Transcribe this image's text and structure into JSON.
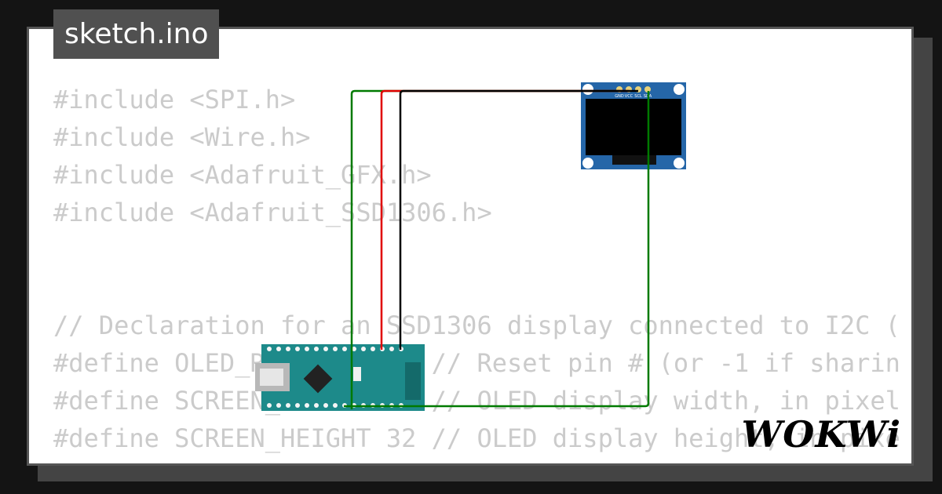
{
  "tab": {
    "filename": "sketch.ino"
  },
  "code_lines": [
    "#include <SPI.h>",
    "#include <Wire.h>",
    "#include <Adafruit_GFX.h>",
    "#include <Adafruit_SSD1306.h>",
    "",
    "",
    "// Declaration for an SSD1306 display connected to I2C (",
    "#define OLED_RESET     4 // Reset pin # (or -1 if sharin",
    "#define SCREEN_WIDTH 128 // OLED display width, in pixel",
    "#define SCREEN_HEIGHT 32 // OLED display height, in pixe"
  ],
  "oled": {
    "pin_labels": [
      "GND",
      "VCC",
      "SCL",
      "SDA"
    ]
  },
  "wires": [
    {
      "name": "wire-green-left",
      "color": "#007a00"
    },
    {
      "name": "wire-red",
      "color": "#e00000"
    },
    {
      "name": "wire-black",
      "color": "#000000"
    },
    {
      "name": "wire-green-right",
      "color": "#007a00"
    }
  ],
  "brand": {
    "logo_text": "WOKWi"
  }
}
